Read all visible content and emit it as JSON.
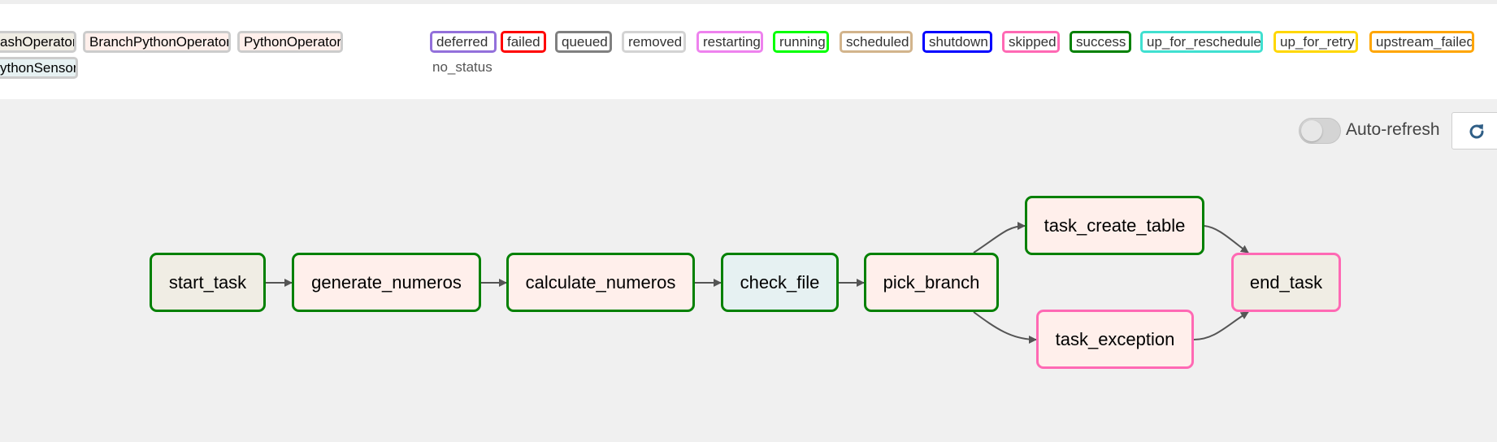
{
  "operators": [
    {
      "label": "ashOperator",
      "bg": "#f0ede4"
    },
    {
      "label": "BranchPythonOperator",
      "bg": "#ffefeb"
    },
    {
      "label": "PythonOperator",
      "bg": "#ffefeb"
    },
    {
      "label": "ythonSensor",
      "bg": "#e6f1f2"
    }
  ],
  "statuses": [
    {
      "label": "deferred",
      "color": "#9370db"
    },
    {
      "label": "failed",
      "color": "#ff0000"
    },
    {
      "label": "queued",
      "color": "#808080"
    },
    {
      "label": "removed",
      "color": "#d3d3d3"
    },
    {
      "label": "restarting",
      "color": "#ee82ee"
    },
    {
      "label": "running",
      "color": "#00ff00"
    },
    {
      "label": "scheduled",
      "color": "#d2b48c"
    },
    {
      "label": "shutdown",
      "color": "#0000ff"
    },
    {
      "label": "skipped",
      "color": "#ff69b4"
    },
    {
      "label": "success",
      "color": "#008000"
    },
    {
      "label": "up_for_reschedule",
      "color": "#40e0d0"
    },
    {
      "label": "up_for_retry",
      "color": "#ffd700"
    },
    {
      "label": "upstream_failed",
      "color": "#ffa500"
    }
  ],
  "no_status_label": "no_status",
  "autorefresh": {
    "label": "Auto-refresh",
    "enabled": false
  },
  "tasks": [
    {
      "id": "start_task",
      "state": "success",
      "fill": "#f0ede4",
      "border": "#008000"
    },
    {
      "id": "generate_numeros",
      "state": "success",
      "fill": "#ffefeb",
      "border": "#008000"
    },
    {
      "id": "calculate_numeros",
      "state": "success",
      "fill": "#ffefeb",
      "border": "#008000"
    },
    {
      "id": "check_file",
      "state": "success",
      "fill": "#e6f1f2",
      "border": "#008000"
    },
    {
      "id": "pick_branch",
      "state": "success",
      "fill": "#ffefeb",
      "border": "#008000"
    },
    {
      "id": "task_create_table",
      "state": "success",
      "fill": "#ffefeb",
      "border": "#008000"
    },
    {
      "id": "task_exception",
      "state": "skipped",
      "fill": "#ffefeb",
      "border": "#ff69b4"
    },
    {
      "id": "end_task",
      "state": "skipped",
      "fill": "#f0ede4",
      "border": "#ff69b4"
    }
  ],
  "edges": [
    [
      "start_task",
      "generate_numeros"
    ],
    [
      "generate_numeros",
      "calculate_numeros"
    ],
    [
      "calculate_numeros",
      "check_file"
    ],
    [
      "check_file",
      "pick_branch"
    ],
    [
      "pick_branch",
      "task_create_table"
    ],
    [
      "pick_branch",
      "task_exception"
    ],
    [
      "task_create_table",
      "end_task"
    ],
    [
      "task_exception",
      "end_task"
    ]
  ],
  "colors": {
    "edge": "#555555",
    "canvas": "#f0f0f0",
    "refresh_icon": "#2f5e86"
  }
}
